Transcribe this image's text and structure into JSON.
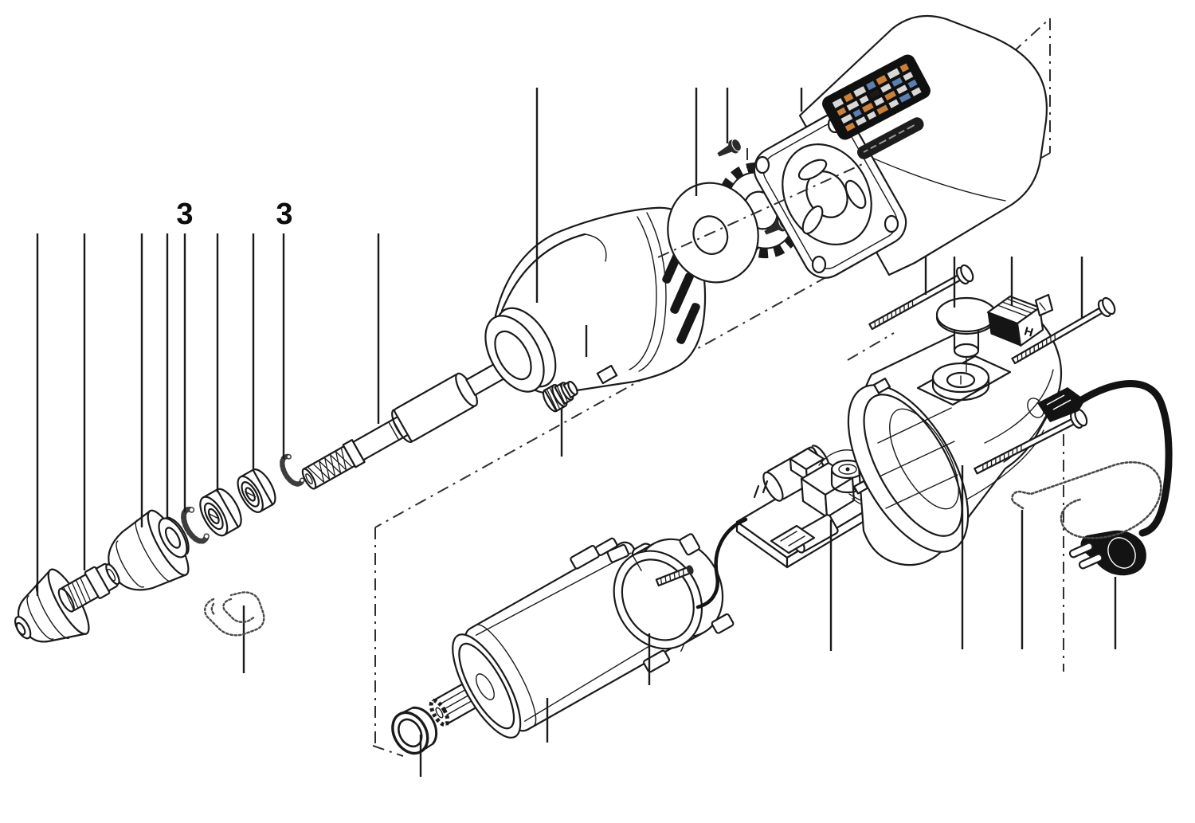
{
  "diagram": {
    "background": "#ffffff",
    "line_color": "#1a1a1a",
    "accent_black": "#131313",
    "label_block_colors": [
      "#d8d8d8",
      "#c8803a",
      "#5b7fae"
    ],
    "callouts": [
      {
        "id": "retaining-ring-front",
        "text": "3"
      },
      {
        "id": "retaining-ring-rear",
        "text": "3"
      }
    ],
    "switch_marking": "H",
    "parts": [
      "collet-chuck-cap",
      "collet",
      "spindle-nose-cap",
      "spacer-washer",
      "retaining-ring",
      "ball-bearing-front",
      "ball-bearing-rear",
      "retaining-ring-2",
      "spindle-shaft",
      "gear-housing-cover",
      "spindle-lock-nut",
      "cooling-fan",
      "clutch-gear",
      "fan-screw",
      "end-cap-screw",
      "rear-motor-housing",
      "spec-label",
      "brand-strip",
      "shaft-lock-knob",
      "power-switch",
      "switch-bracket",
      "long-screw-1",
      "long-screw-2",
      "long-screw-3",
      "main-housing",
      "motor-mount-clamp",
      "dc-motor",
      "motor-pinion",
      "rubber-bushing",
      "spring-clip",
      "pcb-assembly",
      "capacitor",
      "power-cord",
      "strain-relief",
      "power-plug",
      "cord-retainer-wire"
    ]
  }
}
